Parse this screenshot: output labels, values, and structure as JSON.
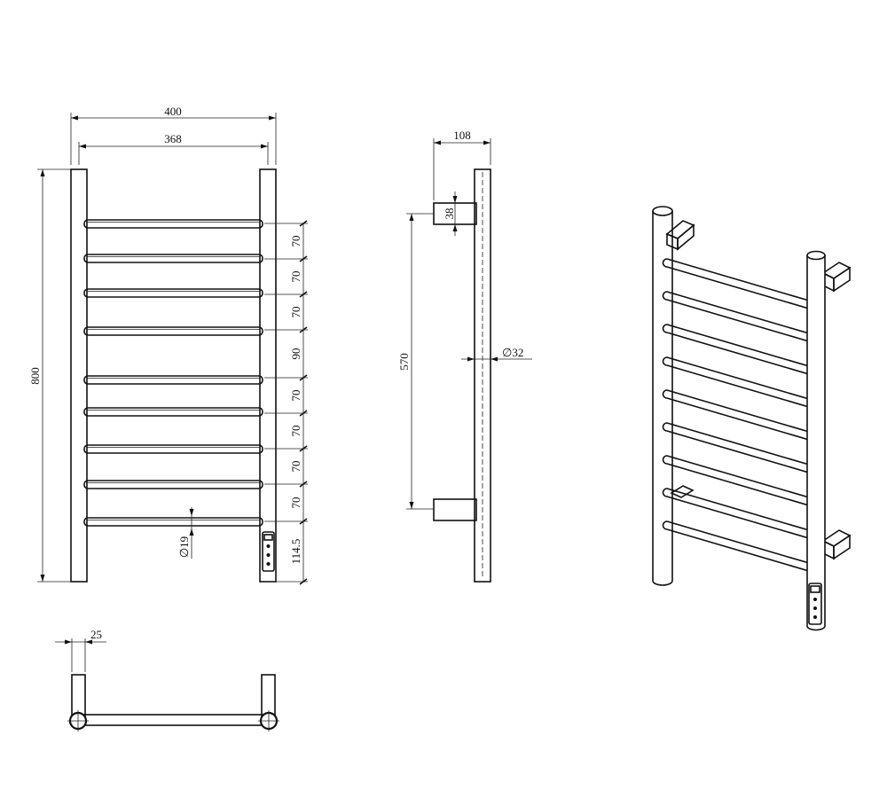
{
  "colors": {
    "line": "#111111",
    "background": "#ffffff"
  },
  "front_view": {
    "overall_width": "400",
    "inner_width": "368",
    "height": "800",
    "bar_diameter": "∅19",
    "bar_spacings": [
      "70",
      "70",
      "70",
      "90",
      "70",
      "70",
      "70",
      "70",
      "114.5"
    ]
  },
  "side_view": {
    "depth": "108",
    "bracket_height": "38",
    "bracket_spacing": "570",
    "post_diameter": "∅32"
  },
  "top_view": {
    "offset": "25"
  },
  "iso_view": {
    "bar_count": 9,
    "control_icon": "control-panel-icon"
  }
}
